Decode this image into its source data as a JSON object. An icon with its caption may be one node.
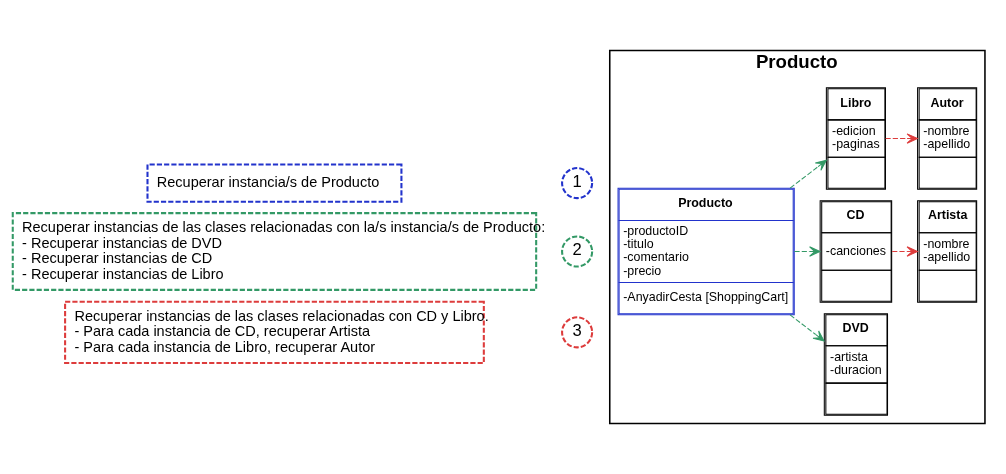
{
  "diagram": {
    "nodes": [
      {
        "text": [
          "Recuperar instancia/s de Producto"
        ]
      },
      {
        "text": [
          "1"
        ]
      },
      {
        "text": [
          "Recuperar instancias de las clases relacionadas con la/s instancia/s de Producto:",
          "- Recuperar instancias de DVD",
          "- Recuperar instancias de CD",
          "- Recuperar instancias de Libro"
        ]
      },
      {
        "text": [
          "2"
        ]
      },
      {
        "text": [
          "Recuperar instancias de las clases relacionadas con CD y Libro.",
          "- Para cada instancia de CD, recuperar Artista",
          "- Para cada instancia de Libro, recuperar Autor"
        ]
      },
      {
        "text": [
          "3"
        ]
      },
      {
        "text": [
          "Producto"
        ]
      },
      {
        "text": [
          "Producto",
          "-productoID",
          "-titulo",
          "-comentario",
          "-precio",
          "-AnyadirCesta [ShoppingCart]"
        ],
        "in": 6
      },
      {
        "text": [
          "DVD",
          "-artista",
          "-duracion"
        ],
        "in": 6
      },
      {
        "text": [
          "CD",
          "-canciones"
        ],
        "in": 6
      },
      {
        "text": [
          "Artista",
          "-nombre",
          "-apellido"
        ],
        "in": 6
      },
      {
        "text": [
          "Libro",
          "-edicion",
          "-paginas"
        ],
        "in": 6
      },
      {
        "text": [
          "Autor",
          "-nombre",
          "-apellido"
        ],
        "in": 6
      }
    ],
    "edges": [
      {
        "from": 7,
        "to": 8,
        "arrow": "to",
        "style": "dashed"
      },
      {
        "from": 7,
        "to": 9,
        "arrow": "to",
        "style": "dashed"
      },
      {
        "from": 9,
        "to": 10,
        "arrow": "to",
        "style": "dashed",
        "color": "#dd3c3c"
      },
      {
        "from": 7,
        "to": 11,
        "arrow": "to",
        "style": "dashed"
      },
      {
        "from": 11,
        "to": 12,
        "arrow": "to",
        "style": "dashed",
        "color": "#dd3c3c"
      }
    ]
  }
}
